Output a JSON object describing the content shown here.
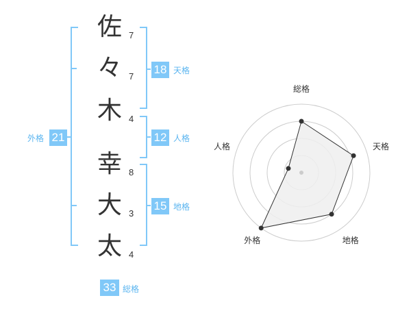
{
  "name": {
    "surname": [
      {
        "char": "佐",
        "strokes": "7"
      },
      {
        "char": "々",
        "strokes": "7"
      },
      {
        "char": "木",
        "strokes": "4"
      }
    ],
    "given": [
      {
        "char": "幸",
        "strokes": "8"
      },
      {
        "char": "大",
        "strokes": "3"
      },
      {
        "char": "太",
        "strokes": "4"
      }
    ]
  },
  "kaku": {
    "tenkaku": {
      "value": "18",
      "label": "天格"
    },
    "jinkaku": {
      "value": "12",
      "label": "人格"
    },
    "chikaku": {
      "value": "15",
      "label": "地格"
    },
    "gaikaku": {
      "value": "21",
      "label": "外格"
    },
    "soukaku": {
      "value": "33",
      "label": "総格"
    }
  },
  "colors": {
    "accent": "#80c8f8",
    "bracket": "#5bb5f0",
    "radar_fill": "#eeeeee",
    "radar_grid": "#cccccc"
  },
  "chart_data": {
    "type": "radar",
    "axes": [
      "総格",
      "天格",
      "地格",
      "外格",
      "人格"
    ],
    "values": [
      0.75,
      0.8,
      0.75,
      1.0,
      0.2
    ],
    "rmax": 1.0,
    "rings": 4
  }
}
